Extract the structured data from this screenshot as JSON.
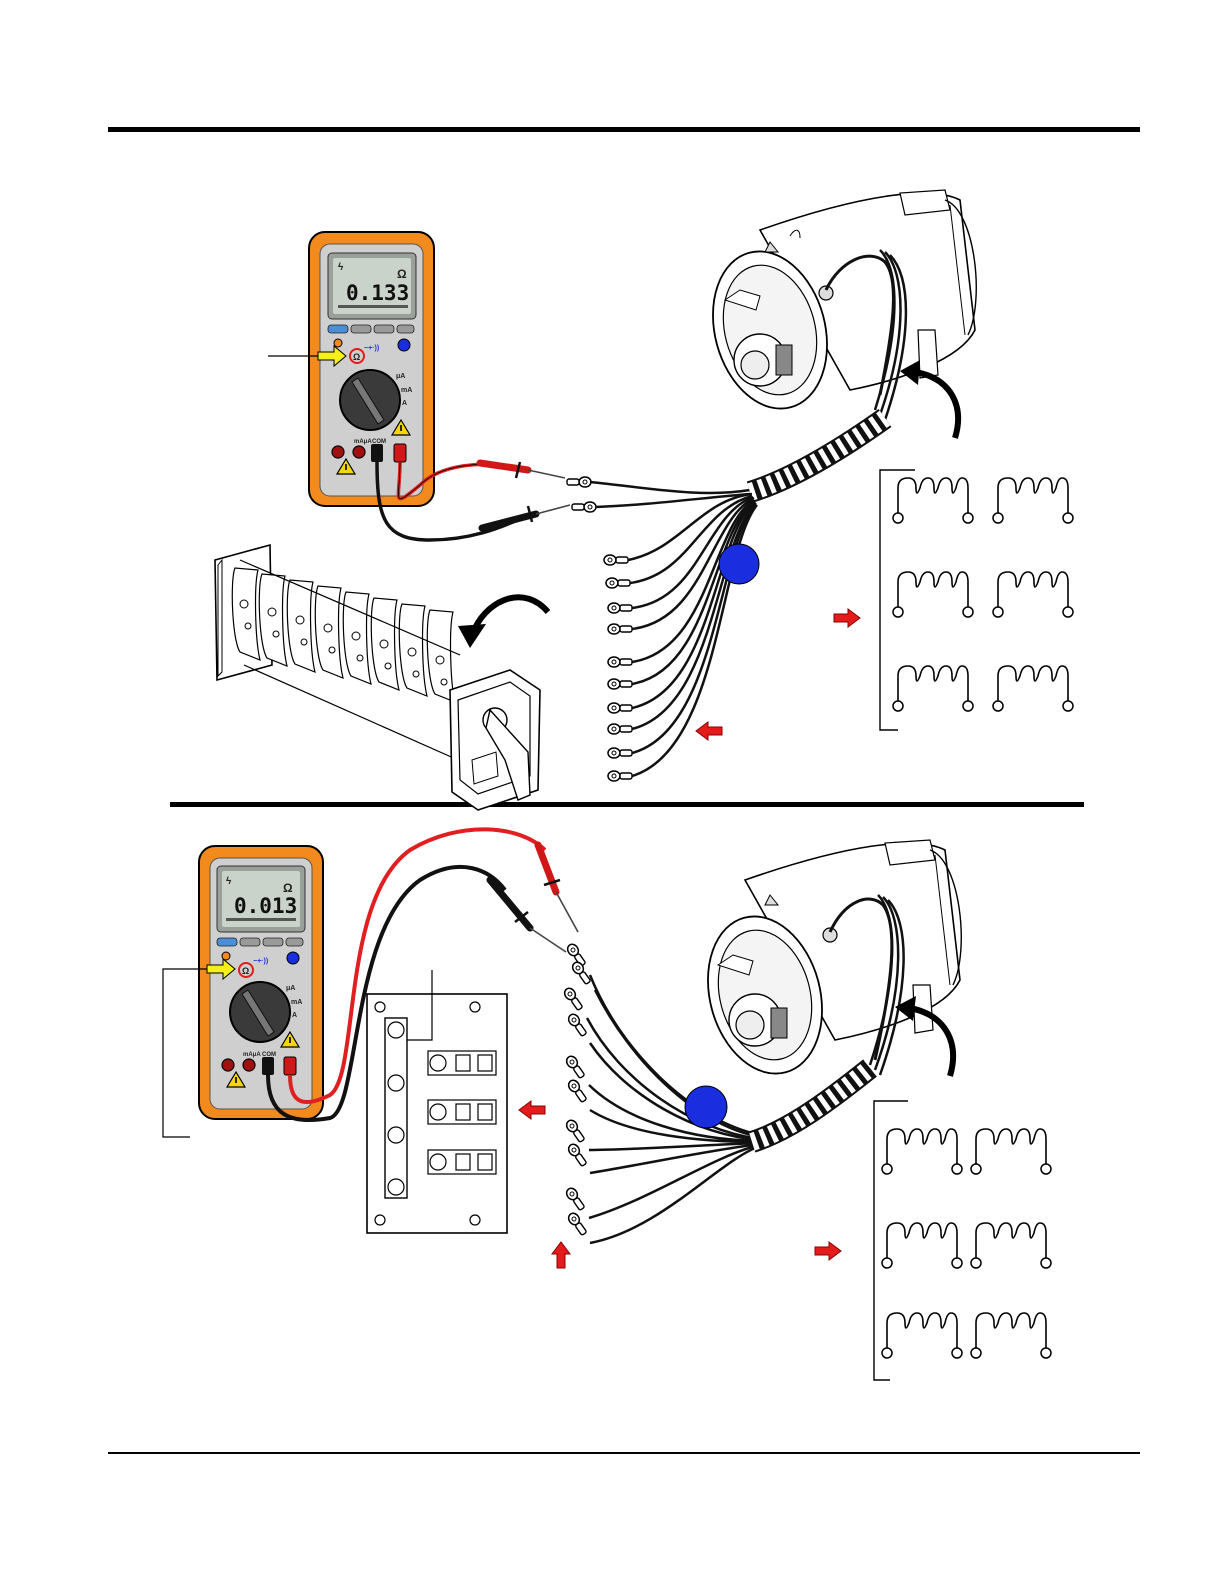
{
  "meter_top": {
    "reading": "0.133",
    "unit": "Ω",
    "dial_labels": [
      "μA",
      "mA",
      "A"
    ],
    "terminals": [
      "mAμA",
      "COM"
    ]
  },
  "meter_bottom": {
    "reading": "0.013",
    "unit": "Ω",
    "dial_labels": [
      "μA",
      "mA",
      "A"
    ],
    "terminals": [
      "mAμA",
      "COM"
    ]
  },
  "colors": {
    "meter_case": "#f28a1e",
    "meter_face": "#d9d9d9",
    "lcd": "#c9d3c9",
    "red_lead": "#e02020",
    "black_lead": "#111111",
    "callout_blue": "#1a2ee0",
    "pointer_red": "#e31b1b",
    "selector_yellow": "#f5ef1a"
  },
  "icons": {
    "ohm": "ohm-symbol-icon",
    "arrow": "red-arrow-icon",
    "hazard": "warning-triangle-icon"
  }
}
